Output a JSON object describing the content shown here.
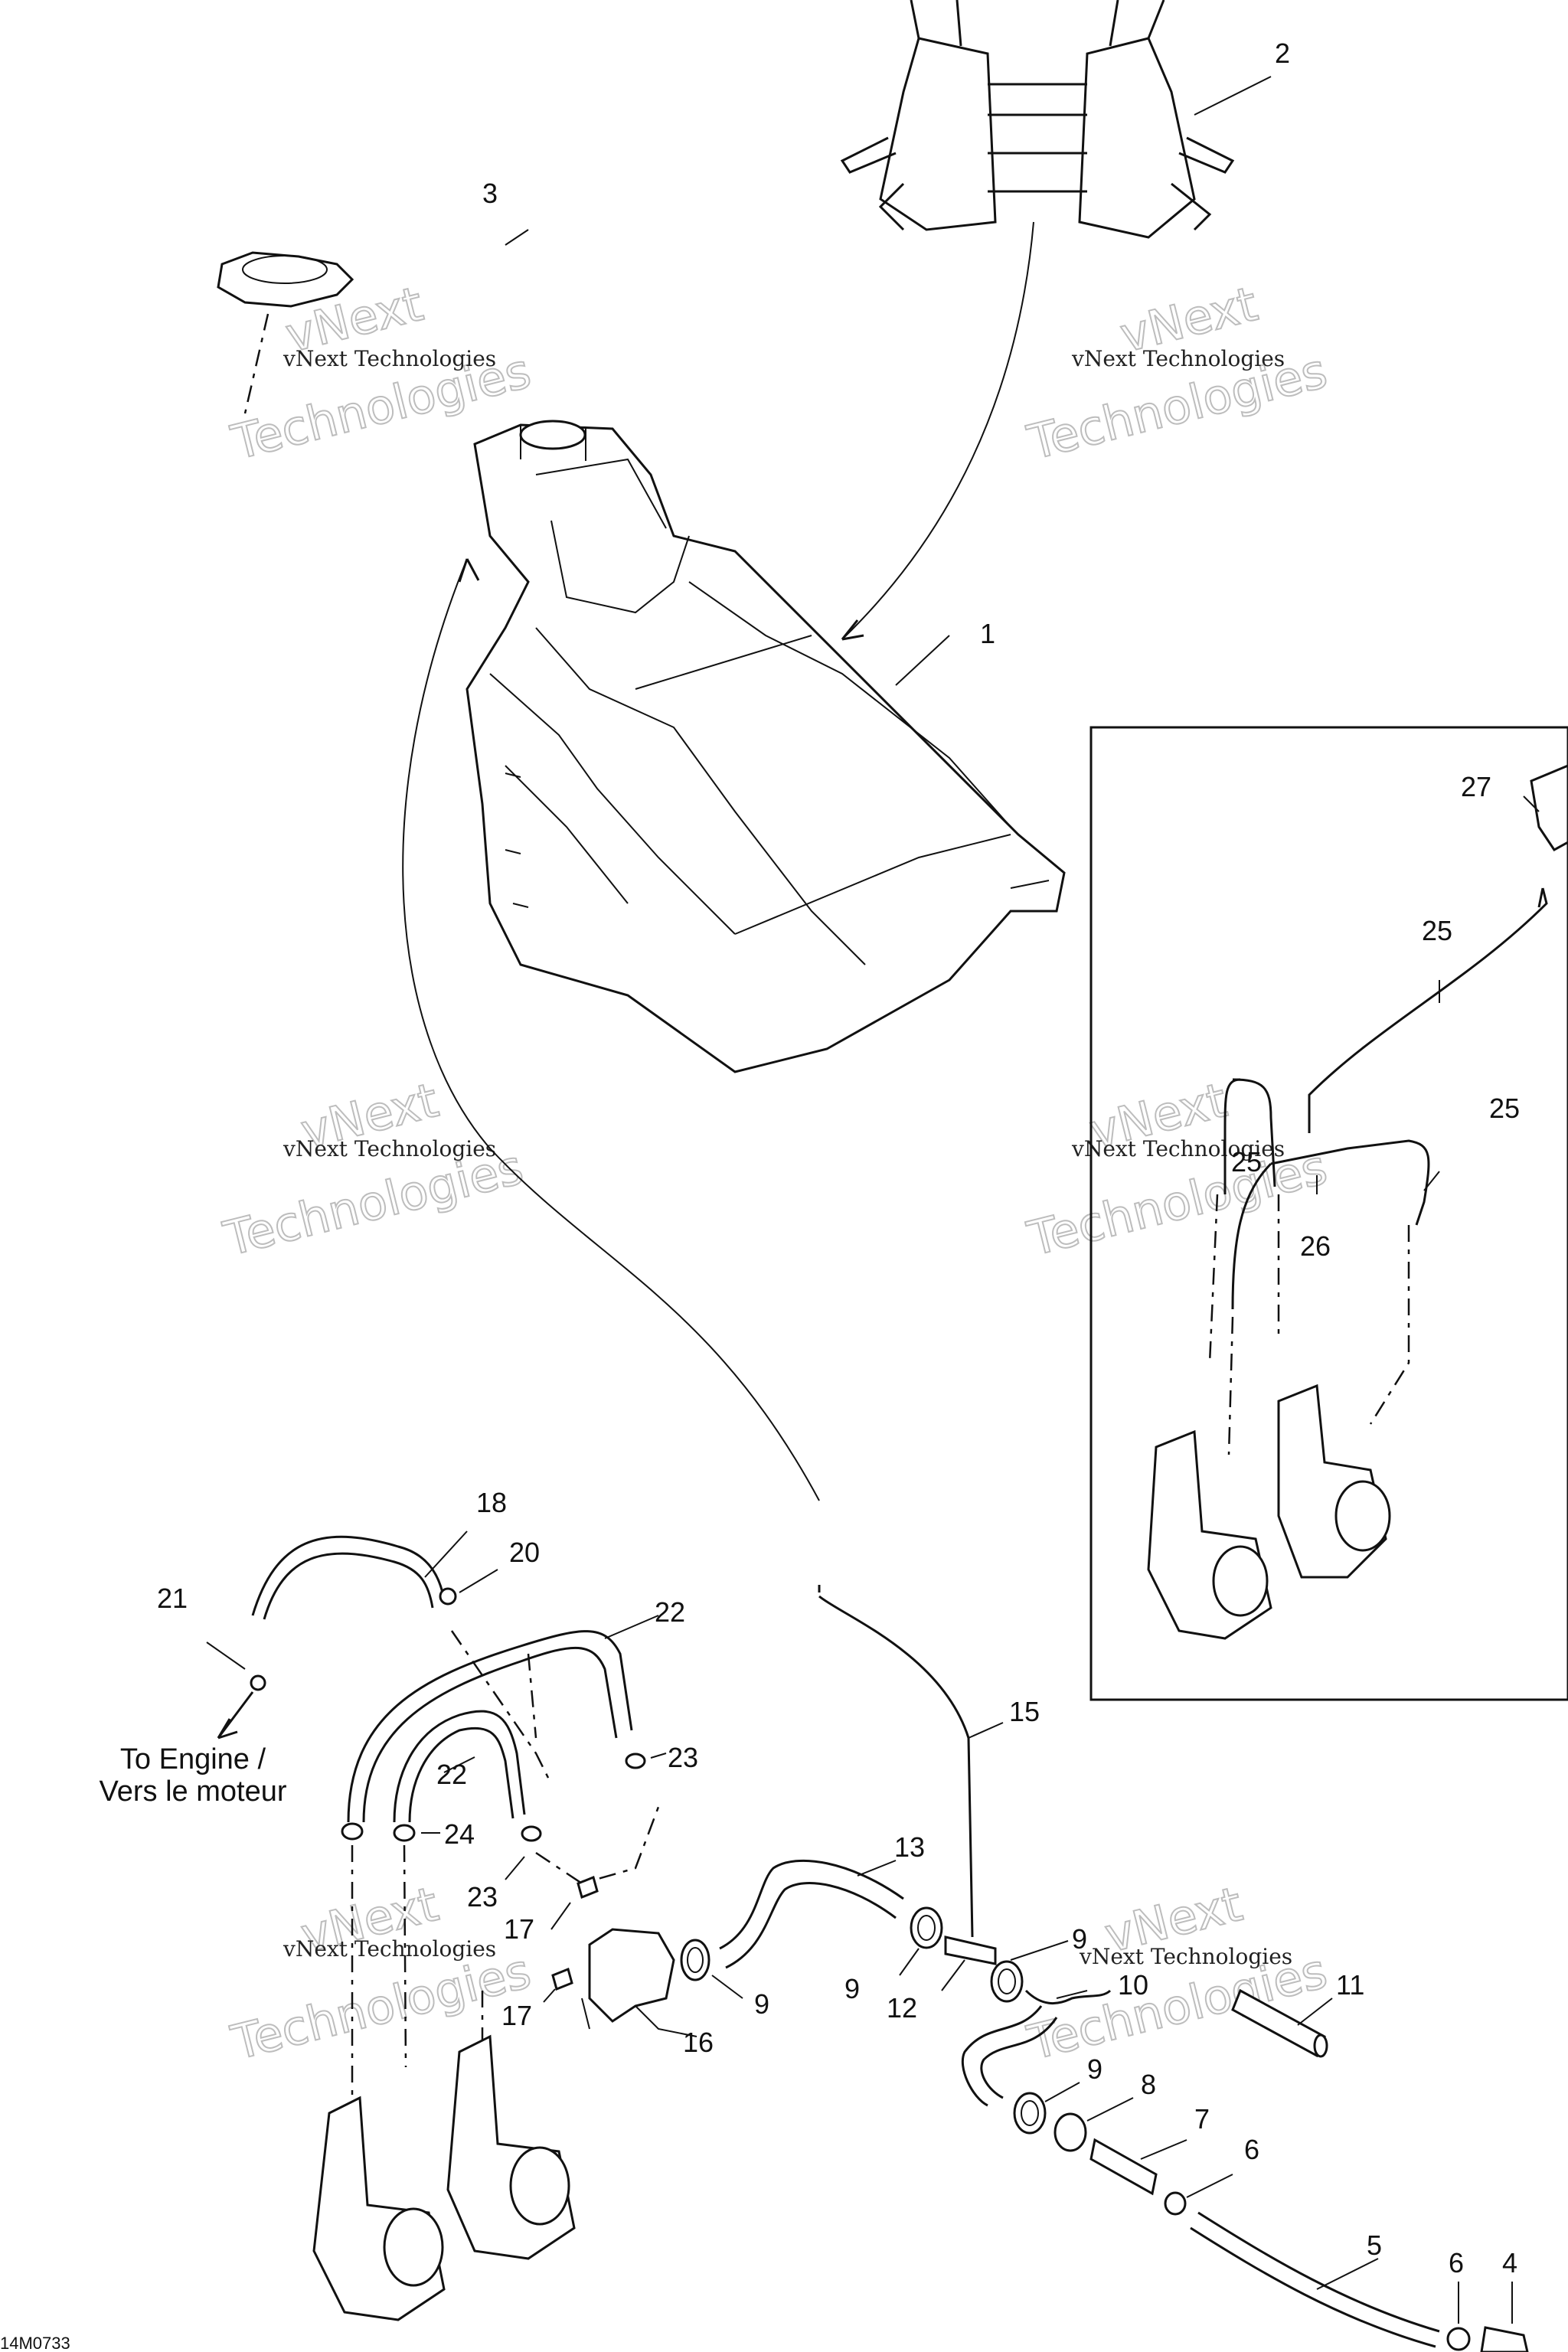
{
  "callouts": [
    {
      "id": "c1",
      "label": "1"
    },
    {
      "id": "c2",
      "label": "2"
    },
    {
      "id": "c3",
      "label": "3"
    },
    {
      "id": "c4",
      "label": "4"
    },
    {
      "id": "c5",
      "label": "5"
    },
    {
      "id": "c6a",
      "label": "6"
    },
    {
      "id": "c6b",
      "label": "6"
    },
    {
      "id": "c7",
      "label": "7"
    },
    {
      "id": "c8",
      "label": "8"
    },
    {
      "id": "c9a",
      "label": "9"
    },
    {
      "id": "c9b",
      "label": "9"
    },
    {
      "id": "c9c",
      "label": "9"
    },
    {
      "id": "c9d",
      "label": "9"
    },
    {
      "id": "c10",
      "label": "10"
    },
    {
      "id": "c11",
      "label": "11"
    },
    {
      "id": "c12",
      "label": "12"
    },
    {
      "id": "c13",
      "label": "13"
    },
    {
      "id": "c15",
      "label": "15"
    },
    {
      "id": "c16",
      "label": "16"
    },
    {
      "id": "c17a",
      "label": "17"
    },
    {
      "id": "c17b",
      "label": "17"
    },
    {
      "id": "c18",
      "label": "18"
    },
    {
      "id": "c20",
      "label": "20"
    },
    {
      "id": "c21",
      "label": "21"
    },
    {
      "id": "c22a",
      "label": "22"
    },
    {
      "id": "c22b",
      "label": "22"
    },
    {
      "id": "c23a",
      "label": "23"
    },
    {
      "id": "c23b",
      "label": "23"
    },
    {
      "id": "c24",
      "label": "24"
    },
    {
      "id": "c25a",
      "label": "25"
    },
    {
      "id": "c25b",
      "label": "25"
    },
    {
      "id": "c25c",
      "label": "25"
    },
    {
      "id": "c26",
      "label": "26"
    },
    {
      "id": "c27",
      "label": "27"
    }
  ],
  "engine_note": {
    "line1": "To Engine /",
    "line2": "Vers le moteur"
  },
  "drawing_code": "14M0733",
  "watermark": {
    "small": "vNext Technologies",
    "big_top": "vNext",
    "big_bottom": "Technologies"
  }
}
